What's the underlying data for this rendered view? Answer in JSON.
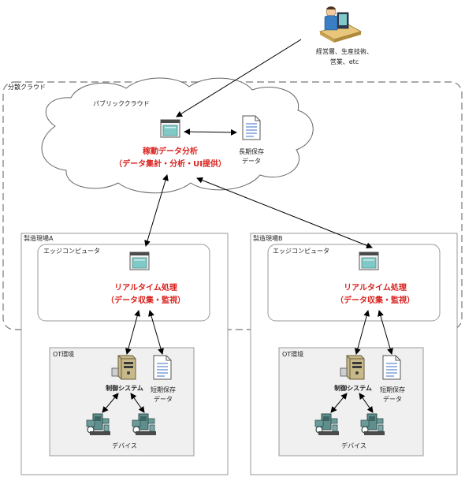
{
  "user": {
    "line1": "経営層、生産技術、",
    "line2": "営業、etc"
  },
  "cloud_boundary": {
    "label": "分散クラウド"
  },
  "public_cloud": {
    "label": "パブリッククラウド",
    "analytics": {
      "line1": "稼動データ分析",
      "line2": "（データ集計・分析・UI提供）"
    },
    "storage": {
      "line1": "長期保存",
      "line2": "データ"
    }
  },
  "sites": [
    {
      "label": "製造現場A",
      "edge": {
        "label": "エッジコンピュータ",
        "line1": "リアルタイム処理",
        "line2": "（データ収集・監視）"
      },
      "ot": {
        "label": "OT環境",
        "control": "制御システム",
        "storage_line1": "短期保存",
        "storage_line2": "データ",
        "devices": "デバイス"
      }
    },
    {
      "label": "製造現場B",
      "edge": {
        "label": "エッジコンピュータ",
        "line1": "リアルタイム処理",
        "line2": "（データ収集・監視）"
      },
      "ot": {
        "label": "OT環境",
        "control": "制御システム",
        "storage_line1": "短期保存",
        "storage_line2": "データ",
        "devices": "デバイス"
      }
    }
  ],
  "colors": {
    "accent_red": "#d9211d",
    "window_teal": "#7fcac7",
    "ot_bg": "#f0f0f0"
  }
}
